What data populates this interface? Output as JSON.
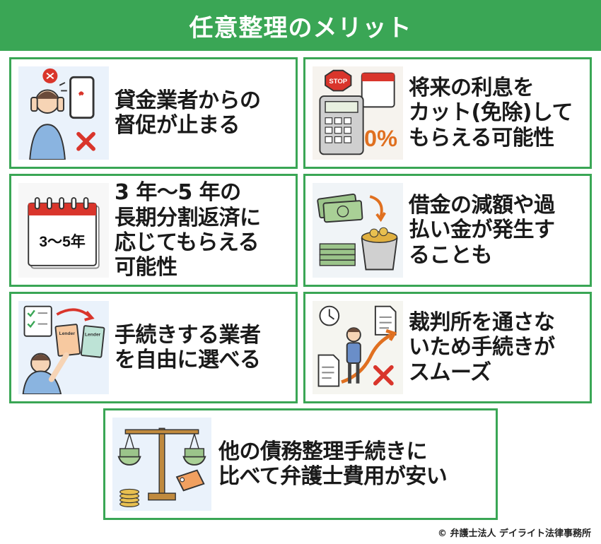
{
  "header": {
    "title": "任意整理のメリット"
  },
  "cards": [
    {
      "text": "貸金業者からの\n督促が止まる",
      "icon": "phone-stress-icon"
    },
    {
      "text": "将来の利息を\nカット(免除)して\nもらえる可能性",
      "icon": "calculator-zero-interest-icon",
      "labels": {
        "stop": "STOP",
        "zero": "0%"
      }
    },
    {
      "text": "3 年〜5 年の\n長期分割返済に\n応じてもらえる\n可能性",
      "icon": "calendar-3-5-years-icon",
      "labels": {
        "years": "3〜5年"
      }
    },
    {
      "text": "借金の減額や過\n払い金が発生す\nることも",
      "icon": "money-bucket-icon"
    },
    {
      "text": "手続きする業者\nを自由に選べる",
      "icon": "choose-lender-icon",
      "labels": {
        "lender1": "Lender",
        "lender2": "Lender"
      }
    },
    {
      "text": "裁判所を通さな\nいため手続きが\nスムーズ",
      "icon": "smooth-process-icon"
    },
    {
      "text": "他の債務整理手続きに\n比べて弁護士費用が安い",
      "icon": "scale-price-tag-icon"
    }
  ],
  "footer": {
    "copyright": "© 弁護士法人 デイライト法律事務所"
  },
  "colors": {
    "accent": "#3aa655",
    "text": "#1a1a1a",
    "alert": "#d9352b"
  }
}
